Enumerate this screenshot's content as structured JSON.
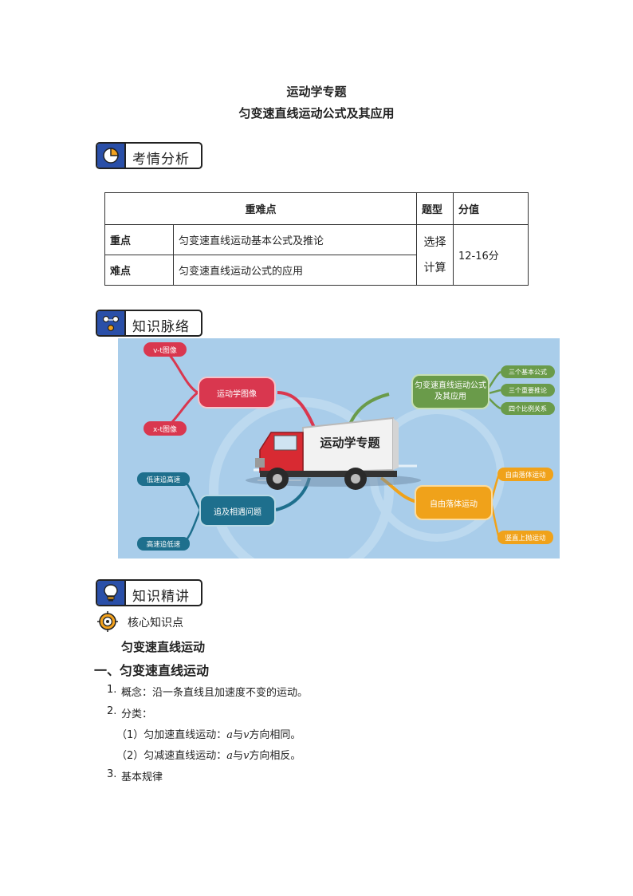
{
  "header": {
    "line1": "运动学专题",
    "line2": "匀变速直线运动公式及其应用"
  },
  "sections": {
    "analysis": "考情分析",
    "context": "知识脉络",
    "lecture": "知识精讲"
  },
  "table": {
    "headers": [
      "重难点",
      "题型",
      "分值"
    ],
    "rows": [
      {
        "label": "重点",
        "content": "匀变速直线运动基本公式及推论"
      },
      {
        "label": "难点",
        "content": "匀变速直线运动公式的应用"
      }
    ],
    "type_value_1": "选择",
    "type_value_2": "计算",
    "score": "12-16分"
  },
  "mindmap": {
    "center": "运动学专题",
    "image_node": "运动学图像",
    "vt": "v-t图像",
    "xt": "x-t图像",
    "uniform_node": "匀变速直线运动公式及其应用",
    "formula1": "三个基本公式",
    "formula2": "三个重要推论",
    "formula3": "四个比例关系",
    "chase_node": "追及相遇问题",
    "chase1": "低速追高速",
    "chase2": "高速追低速",
    "fall_node": "自由落体运动",
    "fall1": "自由落体运动",
    "fall2": "竖直上抛运动"
  },
  "lecture": {
    "core_label": "核心知识点",
    "subtitle": "匀变速直线运动",
    "heading": "一、匀变速直线运动",
    "item1_num": "1.",
    "item1": "概念：沿一条直线且加速度不变的运动。",
    "item2_num": "2.",
    "item2": "分类：",
    "sub1_pre": "（1）匀加速直线运动：",
    "sub1_a": "a",
    "sub1_mid": "与",
    "sub1_v": "v",
    "sub1_post": "方向相同。",
    "sub2_pre": "（2）匀减速直线运动：",
    "sub2_a": "a",
    "sub2_mid": "与",
    "sub2_v": "v",
    "sub2_post": "方向相反。",
    "item3_num": "3.",
    "item3": "基本规律"
  },
  "colors": {
    "icon_blue": "#2a4fa8",
    "map_bg": "#a9cdea",
    "red": "#d9374f",
    "green": "#6a9b4a",
    "teal": "#1e6f8d",
    "orange": "#f0a21a"
  }
}
